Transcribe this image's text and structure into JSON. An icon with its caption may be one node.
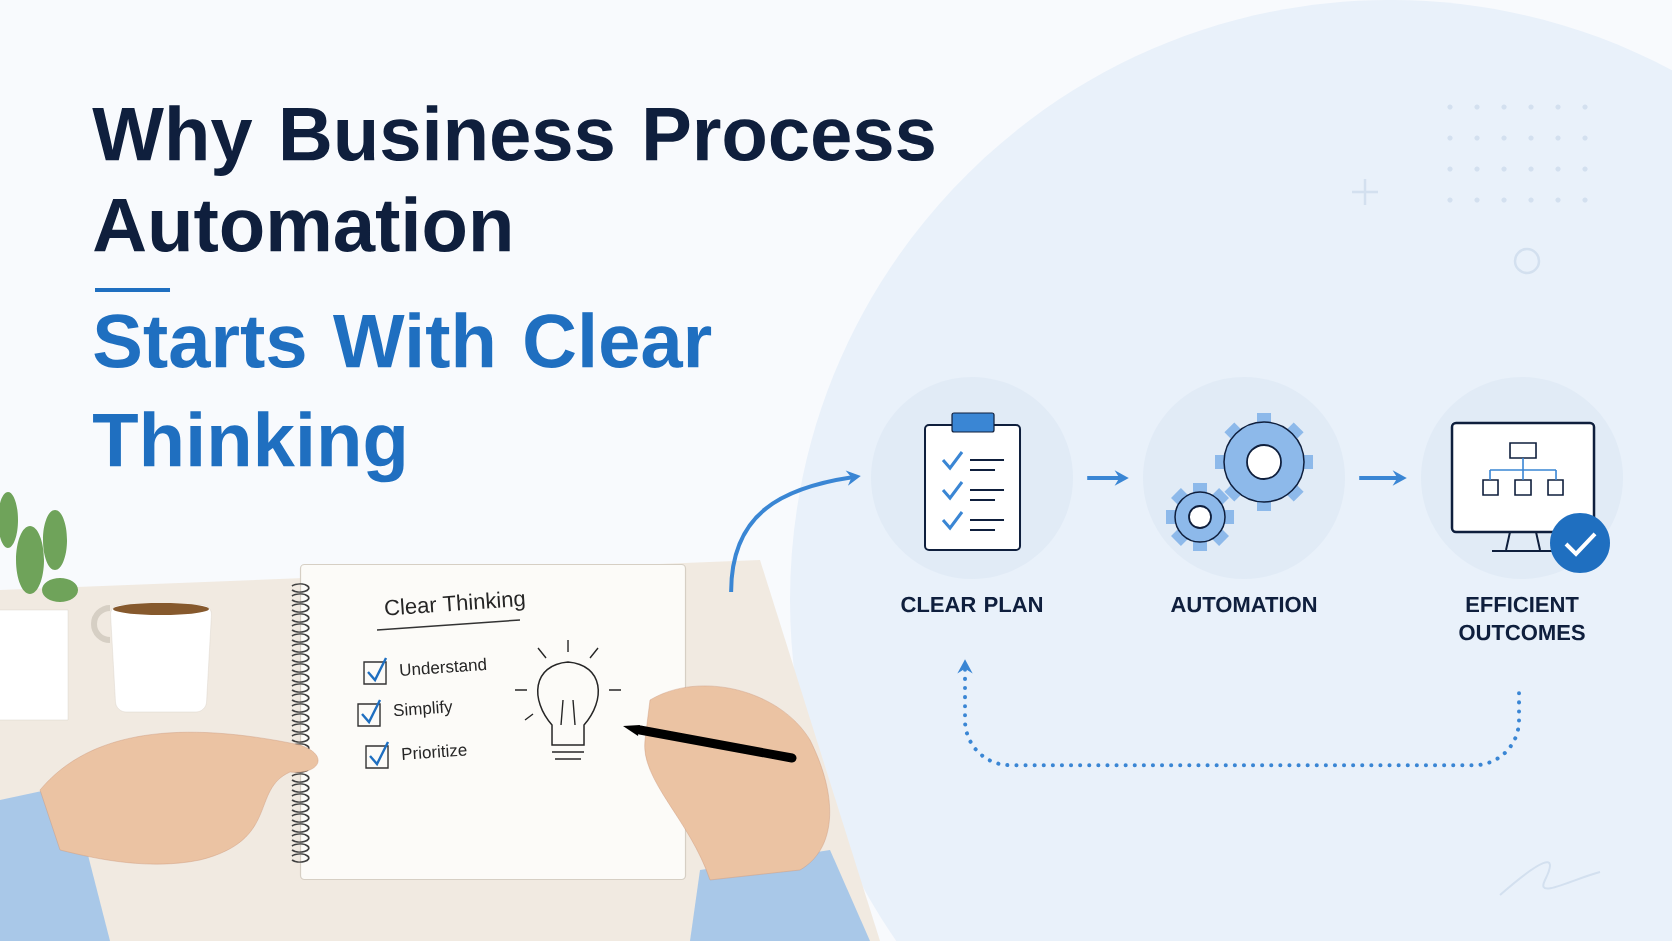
{
  "diagram": {
    "title": "Why Business Process Automation",
    "nodes": [
      {
        "text": [
          "Clear Thinking",
          "Understand",
          "Simplify",
          "Prioritize"
        ]
      },
      {
        "text": [
          "CLEAR PLAN"
        ]
      },
      {
        "text": [
          "AUTOMATION"
        ]
      },
      {
        "text": [
          "EFFICIENT OUTCOMES"
        ]
      }
    ],
    "edges": [
      {
        "from": 0,
        "to": 1,
        "arrow": "to"
      },
      {
        "from": 1,
        "to": 2,
        "arrow": "to"
      },
      {
        "from": 2,
        "to": 3,
        "arrow": "to"
      },
      {
        "from": 3,
        "to": 1,
        "arrow": "to",
        "style": "dashed"
      }
    ],
    "labels": [
      "Starts With Clear Thinking"
    ]
  }
}
